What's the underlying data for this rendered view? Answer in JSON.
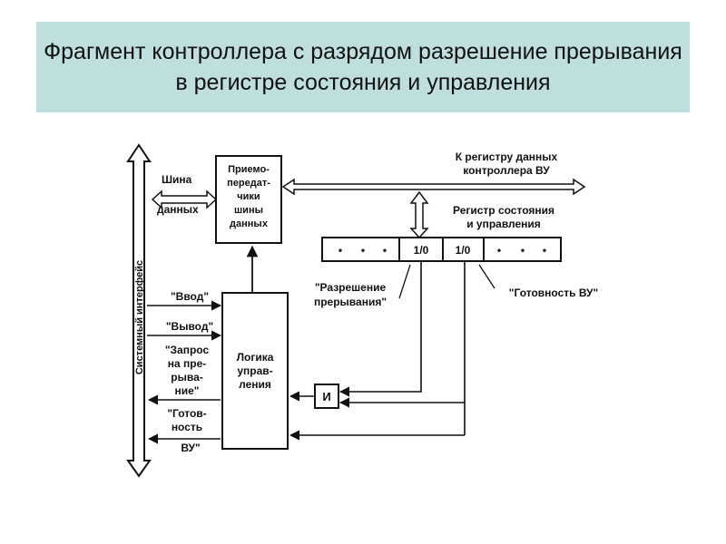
{
  "title": "Фрагмент контроллера с разрядом разрешение прерывания в регистре состояния и управления",
  "diagram": {
    "system_interface": "Системный интерфейс",
    "bus_label": [
      "Шина",
      "данных"
    ],
    "transceiver": [
      "Приемо-",
      "передат-",
      "чики",
      "шины",
      "данных"
    ],
    "to_data_register": [
      "К регистру данных",
      "контроллера ВУ"
    ],
    "status_register": [
      "Регистр состояния",
      "и управления"
    ],
    "register_cells": [
      "•",
      "•",
      "•",
      "1/0",
      "1/0",
      "•",
      "•",
      "•"
    ],
    "interrupt_enable": [
      "\"Разрешение",
      "прерывания\""
    ],
    "device_ready": "\"Готовность ВУ\"",
    "signals": {
      "input": "\"Ввод\"",
      "output": "\"Вывод\"",
      "interrupt_request": [
        "\"Запрос",
        "на пре-",
        "рыва-",
        "ние\""
      ],
      "ready": [
        "\"Готов-",
        "ность",
        "ВУ\""
      ]
    },
    "control_logic": [
      "Логика",
      "управ-",
      "ления"
    ],
    "and_gate": "И"
  }
}
